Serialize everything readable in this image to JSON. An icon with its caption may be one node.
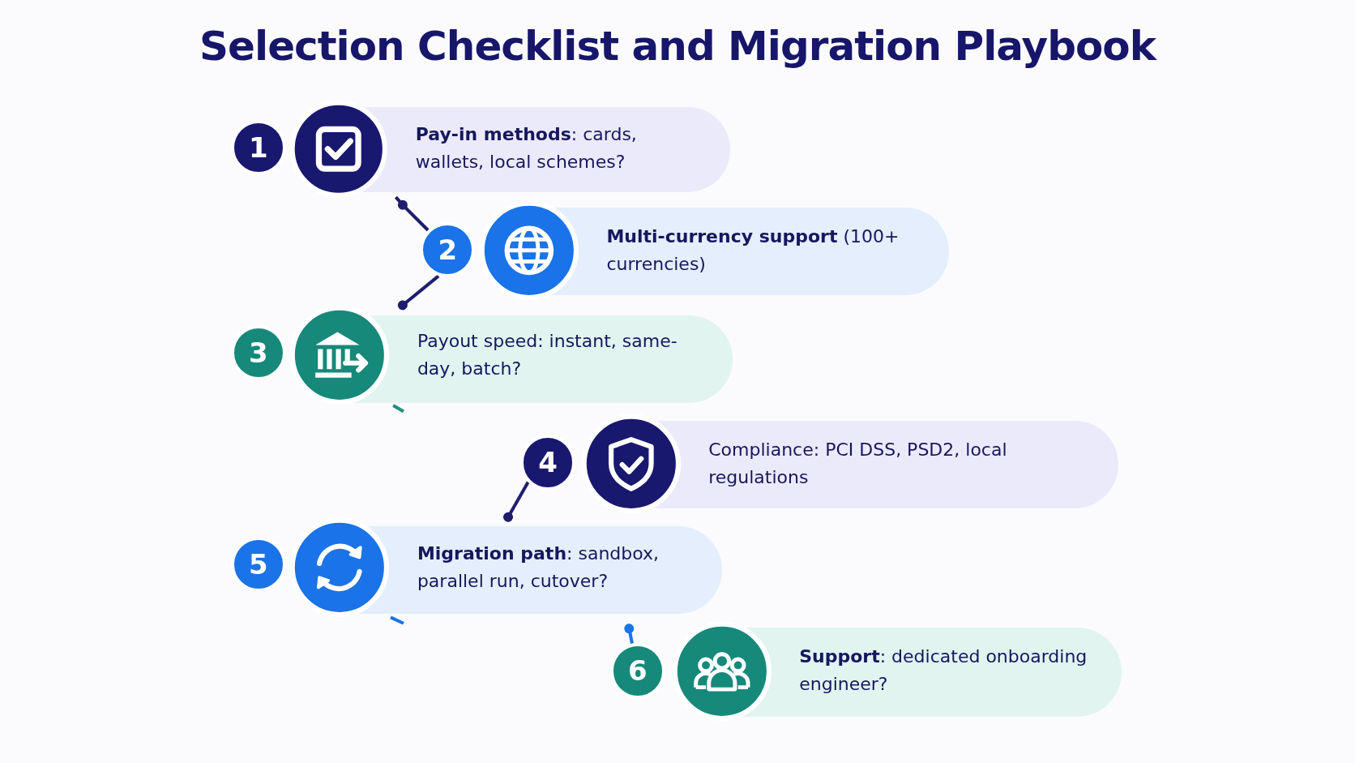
{
  "diagram": {
    "title": "Selection Checklist and Migration Playbook",
    "nodes": [
      {
        "text": [
          "1"
        ]
      },
      {
        "text": [
          "**Pay-in methods**: cards, wallets, local schemes?"
        ]
      },
      {
        "text": [
          "2"
        ]
      },
      {
        "text": [
          "**Multi-currency support** (100+ currencies)"
        ]
      },
      {
        "text": [
          "3"
        ]
      },
      {
        "text": [
          "Payout speed: instant, same-day, batch?"
        ]
      },
      {
        "text": [
          "4"
        ]
      },
      {
        "text": [
          "Compliance: PCI DSS, PSD2, local regulations"
        ]
      },
      {
        "text": [
          "5"
        ]
      },
      {
        "text": [
          "**Migration path**: sandbox, parallel run, cutover?"
        ]
      },
      {
        "text": [
          "6"
        ]
      },
      {
        "text": [
          "**Support**: dedicated onboarding engineer?"
        ]
      }
    ],
    "edges": [
      {
        "from": 1,
        "to": 2,
        "arrow": "none"
      },
      {
        "from": 2,
        "to": 5,
        "arrow": "other"
      },
      {
        "from": 5,
        "to": null,
        "arrow": "none",
        "color": "#1f8f80"
      },
      {
        "from": 6,
        "to": 9,
        "arrow": "other"
      },
      {
        "from": 9,
        "to": null,
        "arrow": "none",
        "color": "#1a73e8"
      },
      {
        "from": null,
        "to": 10,
        "arrow": "other",
        "color": "#1a73e8"
      }
    ]
  }
}
